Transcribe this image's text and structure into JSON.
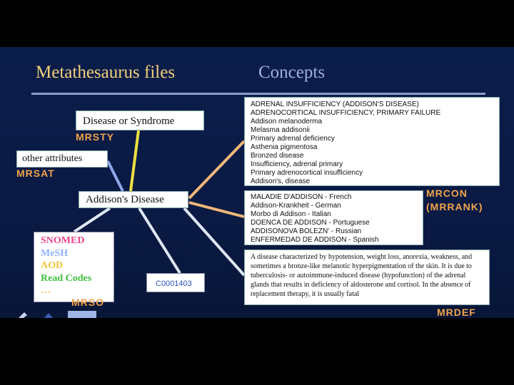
{
  "title": {
    "part1": "Metathesaurus files",
    "part2": "Concepts"
  },
  "disease_box": {
    "text": "Disease or Syndrome",
    "label": "MRSTY"
  },
  "attributes_box": {
    "text": "other attributes",
    "label": "MRSAT"
  },
  "concept_box": {
    "text": "Addison's Disease"
  },
  "sources_box": {
    "label": "MRSO",
    "items": [
      {
        "text": "SNOMED",
        "color": "#e8458a"
      },
      {
        "text": "MeSH",
        "color": "#8fb1ff"
      },
      {
        "text": "AOD",
        "color": "#f2c43a"
      },
      {
        "text": "Read Codes",
        "color": "#3fbf3f"
      },
      {
        "text": "…",
        "color": "#f2c43a"
      }
    ]
  },
  "cui_box": {
    "text": "C0001403"
  },
  "concepts_list": [
    "ADRENAL INSUFFICIENCY (ADDISON'S DISEASE)",
    "ADRENOCORTICAL INSUFFICIENCY, PRIMARY FAILURE",
    "Addison melanoderma",
    "Melasma addisonii",
    "Primary adrenal deficiency",
    "Asthenia pigmentosa",
    "Bronzed disease",
    "Insufficiency, adrenal primary",
    "Primary adrenocortical insufficiency",
    "Addison's, disease"
  ],
  "foreign_list": [
    "MALADIE D'ADDISON - French",
    "Addison-Krankheit - German",
    "Morbo di Addison - Italian",
    "DOENCA DE ADDISON - Portuguese",
    "ADDISONOVA BOLEZN' - Russian",
    "ENFERMEDAD DE ADDISON - Spanish"
  ],
  "labels": {
    "mrcon": "MRCON",
    "mrrank": "(MRRANK)",
    "mrdef": "MRDEF"
  },
  "definition": "A disease characterized by hypotension, weight loss, anorexia, weakness, and sometimes a bronze-like melanotic hyperpigmentation of the skin. It is due to tuberculosis- or autoimmune-induced disease (hypofunction) of the adrenal glands that results in deficiency of aldosterone and cortisol. In the absence of replacement therapy, it is usually fatal",
  "colors": {
    "title": "#f2cf7a",
    "title2": "#9fb0dc",
    "yellow_link": "#f0e040",
    "blue_link": "#8fa8e8",
    "orange_link": "#f2b879",
    "accent": "#f2a34a"
  }
}
